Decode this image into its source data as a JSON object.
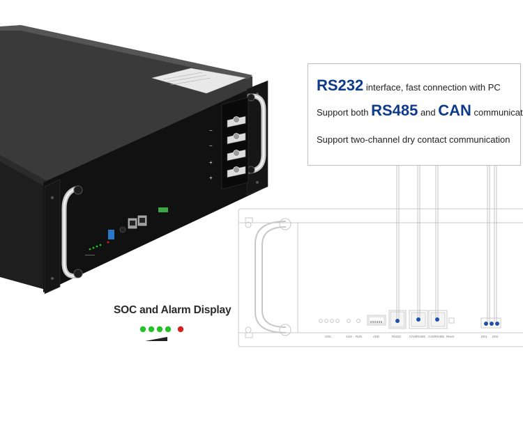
{
  "callout": {
    "line1": {
      "highlight": "RS232",
      "text": " interface, fast connection with PC"
    },
    "line2": {
      "prefix": "Support both ",
      "h1": "RS485",
      "mid": " and ",
      "h2": "CAN",
      "suffix": " communication"
    },
    "line3": {
      "text": "Support two-channel dry contact communication"
    }
  },
  "soc_display": {
    "title": "SOC and Alarm Display",
    "leds": [
      {
        "state": "normal",
        "color": "#23c227"
      },
      {
        "state": "normal",
        "color": "#23c227"
      },
      {
        "state": "normal",
        "color": "#23c227"
      },
      {
        "state": "normal",
        "color": "#23c227"
      },
      {
        "state": "alarm",
        "color": "#d9201b"
      }
    ]
  },
  "diagram_labels": {
    "soc": "SOC",
    "alm": "ALM",
    "run": "RUN",
    "add": "ADD",
    "rs232": "RS232",
    "can_rs485_1": "CAN/RS485",
    "can_rs485_2": "CAN/RS485",
    "reset": "Reset",
    "do1": "DO1",
    "do2": "DO2"
  },
  "device_panel": {
    "minus_1": "−",
    "minus_2": "−",
    "plus_1": "+",
    "plus_2": "+"
  },
  "colors": {
    "accent_blue": "#0d3a8a",
    "led_green": "#23c227",
    "led_red": "#d9201b",
    "connector_blue": "#1f4fa8"
  }
}
